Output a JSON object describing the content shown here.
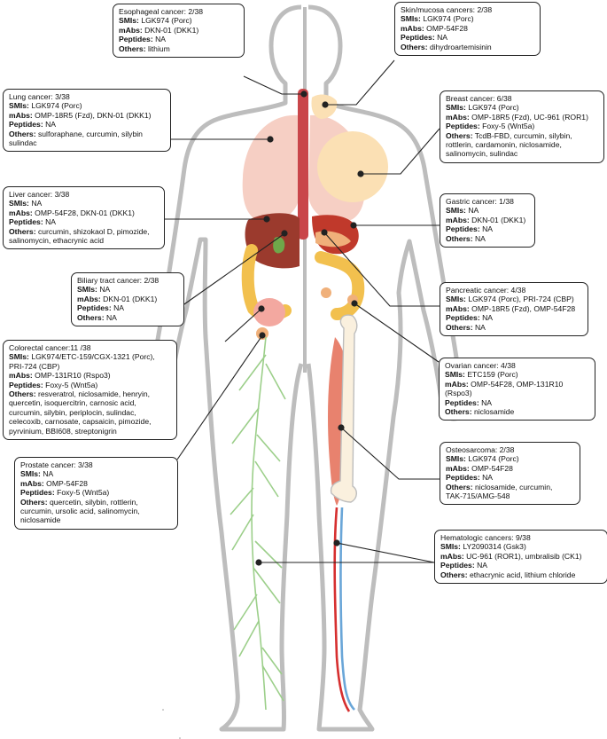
{
  "colors": {
    "outline": "#bdbdbd",
    "lung": "#f6cfc4",
    "breast": "#fbe0b4",
    "liver": "#9b3a2d",
    "stomach": "#c0392b",
    "intestine": "#f2c04e",
    "pancreas": "#f0b07a",
    "bladder": "#f3a8a0",
    "lymph": "#9ccf8a",
    "esophagus": "#c9464a",
    "thyroid": "#fbe0b4",
    "bone": "#faf0de",
    "muscle": "#e8826e",
    "artery": "#d62f2f",
    "vein": "#6aa6d8",
    "leader": "#222222"
  },
  "boxes": [
    {
      "id": "esophageal",
      "title": "Esophageal cancer: 2/38",
      "lines": [
        {
          "k": "SMIs:",
          "v": "LGK974 (Porc)"
        },
        {
          "k": "mAbs:",
          "v": "DKN-01 (DKK1)"
        },
        {
          "k": "Peptides:",
          "v": "NA"
        },
        {
          "k": "Others:",
          "v": "lithium"
        }
      ]
    },
    {
      "id": "skin",
      "title": "Skin/mucosa cancers: 2/38",
      "lines": [
        {
          "k": "SMIs:",
          "v": "LGK974 (Porc)"
        },
        {
          "k": "mAbs:",
          "v": "OMP-54F28"
        },
        {
          "k": "Peptides:",
          "v": "NA"
        },
        {
          "k": "Others:",
          "v": "dihydroartemisinin"
        }
      ]
    },
    {
      "id": "lung",
      "title": "Lung cancer: 3/38",
      "lines": [
        {
          "k": "SMIs:",
          "v": "LGK974 (Porc)"
        },
        {
          "k": "mAbs:",
          "v": "OMP-18R5 (Fzd), DKN-01 (DKK1)"
        },
        {
          "k": "Peptides:",
          "v": "NA"
        },
        {
          "k": "Others:",
          "v": "sulforaphane, curcumin, silybin"
        },
        {
          "k": "",
          "v": "sulindac"
        }
      ]
    },
    {
      "id": "breast",
      "title": "Breast cancer: 6/38",
      "lines": [
        {
          "k": "SMIs:",
          "v": "LGK974 (Porc)"
        },
        {
          "k": "mAbs:",
          "v": "OMP-18R5 (Fzd), UC-961 (ROR1)"
        },
        {
          "k": "Peptides:",
          "v": "Foxy-5 (Wnt5a)"
        },
        {
          "k": "Others:",
          "v": "TcdB-FBD, curcumin, silybin,"
        },
        {
          "k": "",
          "v": "rottlerin, cardamonin, niclosamide,"
        },
        {
          "k": "",
          "v": "salinomycin, sulindac"
        }
      ]
    },
    {
      "id": "liver",
      "title": "Liver cancer: 3/38",
      "lines": [
        {
          "k": "SMIs:",
          "v": "NA"
        },
        {
          "k": "mAbs:",
          "v": "OMP-54F28, DKN-01 (DKK1)"
        },
        {
          "k": "Peptides:",
          "v": "NA"
        },
        {
          "k": "Others:",
          "v": "curcumin, shizokaol D, pimozide,"
        },
        {
          "k": "",
          "v": "salinomycin, ethacrynic acid"
        }
      ]
    },
    {
      "id": "gastric",
      "title": "Gastric cancer: 1/38",
      "lines": [
        {
          "k": "SMIs:",
          "v": "NA"
        },
        {
          "k": "mAbs:",
          "v": "DKN-01 (DKK1)"
        },
        {
          "k": "Peptides:",
          "v": "NA"
        },
        {
          "k": "Others:",
          "v": "NA"
        }
      ]
    },
    {
      "id": "biliary",
      "title": "Biliary tract cancer: 2/38",
      "lines": [
        {
          "k": "SMIs:",
          "v": "NA"
        },
        {
          "k": "mAbs:",
          "v": "DKN-01 (DKK1)"
        },
        {
          "k": "Peptides:",
          "v": "NA"
        },
        {
          "k": "Others:",
          "v": "NA"
        }
      ]
    },
    {
      "id": "pancreatic",
      "title": "Pancreatic cancer: 4/38",
      "lines": [
        {
          "k": "SMIs:",
          "v": "LGK974 (Porc), PRI-724 (CBP)"
        },
        {
          "k": "mAbs:",
          "v": "OMP-18R5 (Fzd), OMP-54F28"
        },
        {
          "k": "Peptides:",
          "v": "NA"
        },
        {
          "k": "Others:",
          "v": "NA"
        }
      ]
    },
    {
      "id": "colorectal",
      "title": "Colorectal cancer:11 /38",
      "lines": [
        {
          "k": "SMIs:",
          "v": "LGK974/ETC-159/CGX-1321 (Porc),"
        },
        {
          "k": "",
          "v": "PRI-724 (CBP)"
        },
        {
          "k": "mAbs:",
          "v": "OMP-131R10 (Rspo3)"
        },
        {
          "k": "Peptides:",
          "v": "Foxy-5 (Wnt5a)"
        },
        {
          "k": "Others:",
          "v": "resveratrol, niclosamide, henryin,"
        },
        {
          "k": "",
          "v": "quercetin, isoquercitrin, carnosic acid,"
        },
        {
          "k": "",
          "v": "curcumin, silybin, periplocin, sulindac,"
        },
        {
          "k": "",
          "v": "celecoxib, carnosate, capsaicin, pimozide,"
        },
        {
          "k": "",
          "v": "pyrvinium, BBI608, streptonigrin"
        }
      ]
    },
    {
      "id": "ovarian",
      "title": "Ovarian cancer: 4/38",
      "lines": [
        {
          "k": "SMIs:",
          "v": "ETC159 (Porc)"
        },
        {
          "k": "mAbs:",
          "v": "OMP-54F28, OMP-131R10 (Rspo3)"
        },
        {
          "k": "Peptides:",
          "v": "NA"
        },
        {
          "k": "Others:",
          "v": "niclosamide"
        }
      ]
    },
    {
      "id": "osteosarcoma",
      "title": "Osteosarcoma: 2/38",
      "lines": [
        {
          "k": "SMIs:",
          "v": "LGK974 (Porc)"
        },
        {
          "k": "mAbs:",
          "v": "OMP-54F28"
        },
        {
          "k": "Peptides:",
          "v": "NA"
        },
        {
          "k": "Others:",
          "v": "niclosamide, curcumin,"
        },
        {
          "k": "",
          "v": "TAK-715/AMG-548"
        }
      ]
    },
    {
      "id": "prostate",
      "title": "Prostate cancer: 3/38",
      "lines": [
        {
          "k": "SMIs:",
          "v": "NA"
        },
        {
          "k": "mAbs:",
          "v": "OMP-54F28"
        },
        {
          "k": "Peptides:",
          "v": "Foxy-5 (Wnt5a)"
        },
        {
          "k": "Others:",
          "v": "quercetin, silybin, rottlerin,"
        },
        {
          "k": "",
          "v": "curcumin, ursolic acid, salinomycin,"
        },
        {
          "k": "",
          "v": "niclosamide"
        }
      ]
    },
    {
      "id": "hematologic",
      "title": "Hematologic cancers: 9/38",
      "lines": [
        {
          "k": "SMIs:",
          "v": "LY2090314 (Gsk3)"
        },
        {
          "k": "mAbs:",
          "v": "UC-961 (ROR1), umbralisib (CK1)"
        },
        {
          "k": "Peptides:",
          "v": "NA"
        },
        {
          "k": "Others:",
          "v": "ethacrynic acid, lithium chloride"
        }
      ]
    }
  ]
}
